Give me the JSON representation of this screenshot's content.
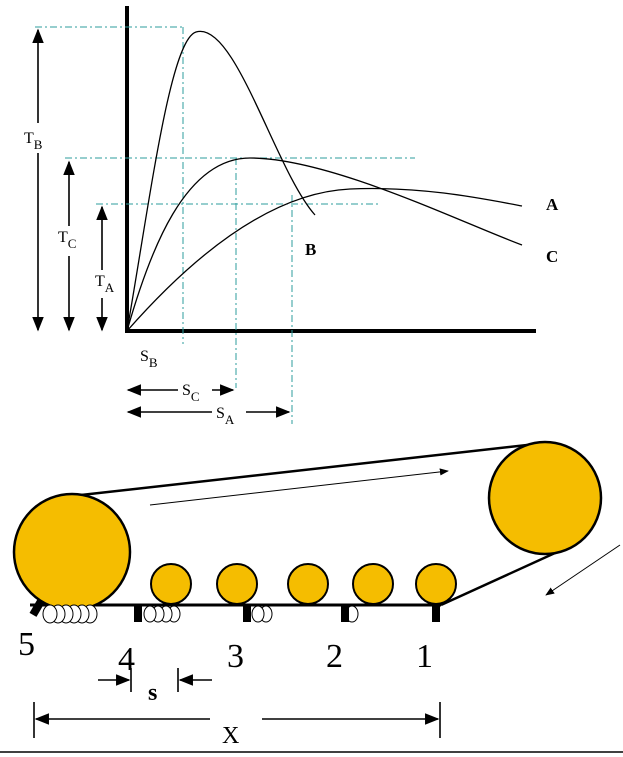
{
  "graph": {
    "curve_labels": {
      "A": "A",
      "B": "B",
      "C": "C"
    },
    "peak_height_labels": {
      "B": "T",
      "B_sub": "B",
      "C": "T",
      "C_sub": "C",
      "A": "T",
      "A_sub": "A"
    },
    "peak_position_labels": {
      "B": "S",
      "B_sub": "B",
      "C": "S",
      "C_sub": "C",
      "A": "S",
      "A_sub": "A"
    }
  },
  "conveyor": {
    "station_labels": [
      "5",
      "4",
      "3",
      "2",
      "1"
    ],
    "spacing_label": "s",
    "length_label": "X"
  },
  "colors": {
    "roller_fill": "#f5bd00",
    "guide_line": "#2e9e9e",
    "ink": "#000000"
  }
}
